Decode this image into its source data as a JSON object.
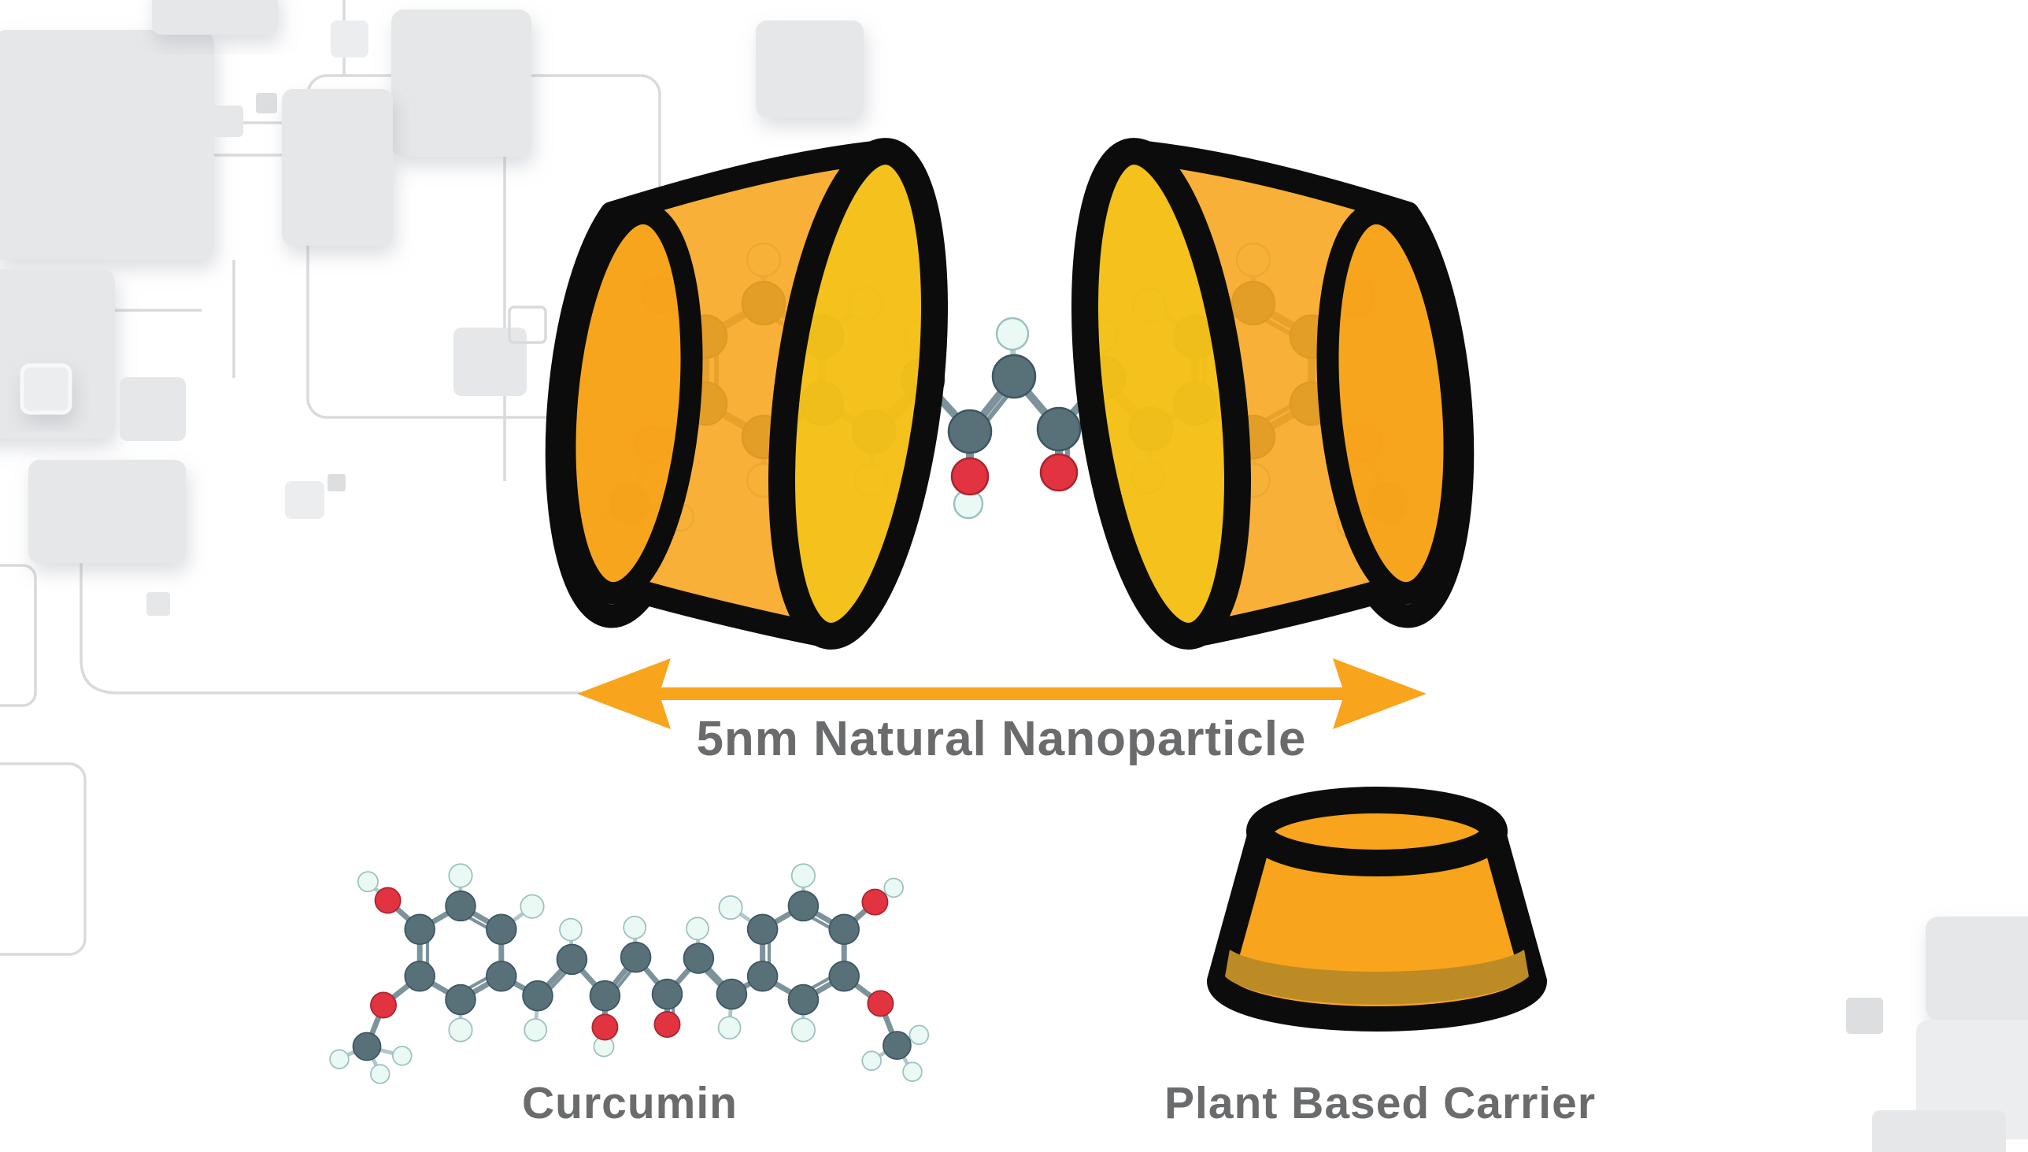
{
  "labels": {
    "measurement": "5nm Natural Nanoparticle",
    "molecule": "Curcumin",
    "carrier": "Plant Based Carrier"
  },
  "colors": {
    "accent-orange": "#F8A41C",
    "mouth-yellow": "#F2C516",
    "outline-black": "#0c0c0c",
    "carrier-band": "#BD8B26",
    "label-gray": "#6a6b6d",
    "atom-carbon": "#587179",
    "atom-oxygen": "#e23440",
    "atom-hydrogen": "#eaf9f4",
    "bond": "#7d939b",
    "bond-light": "#afc7cb",
    "pattern-gray": "#e5e7e8",
    "pattern-line": "#d8dadc",
    "page-background": "#ffffff"
  },
  "graphics": {
    "background": "abstract-squares-pattern",
    "left_capsule": "nanoparticle-capsule-icon",
    "right_capsule": "nanoparticle-capsule-icon",
    "encapsulated_molecule": "curcumin-ball-and-stick-model",
    "arrow": "double-headed-measure-arrow",
    "standalone_molecule": "curcumin-ball-and-stick-model",
    "carrier": "truncated-cone-carrier-icon"
  }
}
